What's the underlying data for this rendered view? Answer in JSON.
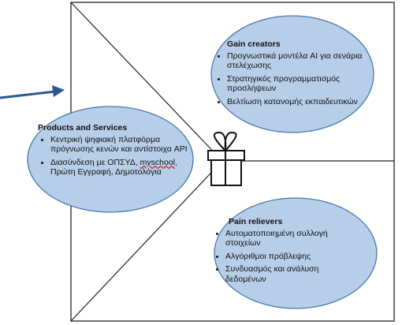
{
  "colors": {
    "bubble_fill": "#b7cee8",
    "bubble_stroke": "#4b78b0",
    "arrow": "#2d5792",
    "frame": "#222222"
  },
  "gain_creators": {
    "title": "Gain creators",
    "items": [
      "Προγνωστικά μοντέλα AI για σενάρια στελέχωσης",
      "Στρατηγικός προγραμματισμός προσλήψεων",
      "Βελτίωση κατανομής εκπαιδευτικών"
    ]
  },
  "products_services": {
    "title": "Products and Services",
    "items": [
      "Κεντρική ψηφιακή πλατφόρμα πρόγνωσης κενών και αντίστοιχα API",
      "Διασύνδεση με ΟΠΣΥΔ, myschool, Πρώτη Εγγραφή, Δημοτολόγια"
    ],
    "item2_prefix": "Διασύνδεση με ΟΠΣΥΔ,",
    "item2_underlined": "myschool",
    "item2_suffix": ", Πρώτη Εγγραφή, Δημοτολόγια"
  },
  "pain_relievers": {
    "title": "Pain relievers",
    "items": [
      "Αυτοματοποιημένη συλλογή στοιχείων",
      "Αλγόριθμοι πρόβλεψης",
      "Συνδυασμός και ανάλυση δεδομένων"
    ]
  },
  "icons": [
    "gift-icon",
    "arrow-right-icon"
  ]
}
